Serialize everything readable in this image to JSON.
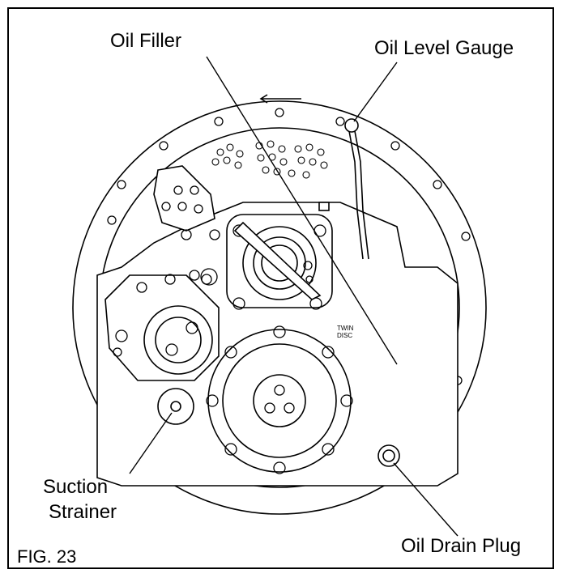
{
  "figure": {
    "label": "FIG. 23"
  },
  "callouts": {
    "oil_filler": "Oil Filler",
    "oil_level_gauge": "Oil Level Gauge",
    "suction_strainer_line1": "Suction",
    "suction_strainer_line2": "Strainer",
    "oil_drain_plug": "Oil Drain Plug"
  },
  "housing_text": {
    "line1": "TWIN",
    "line2": "DISC"
  },
  "colors": {
    "line": "#000000",
    "background": "#ffffff"
  }
}
